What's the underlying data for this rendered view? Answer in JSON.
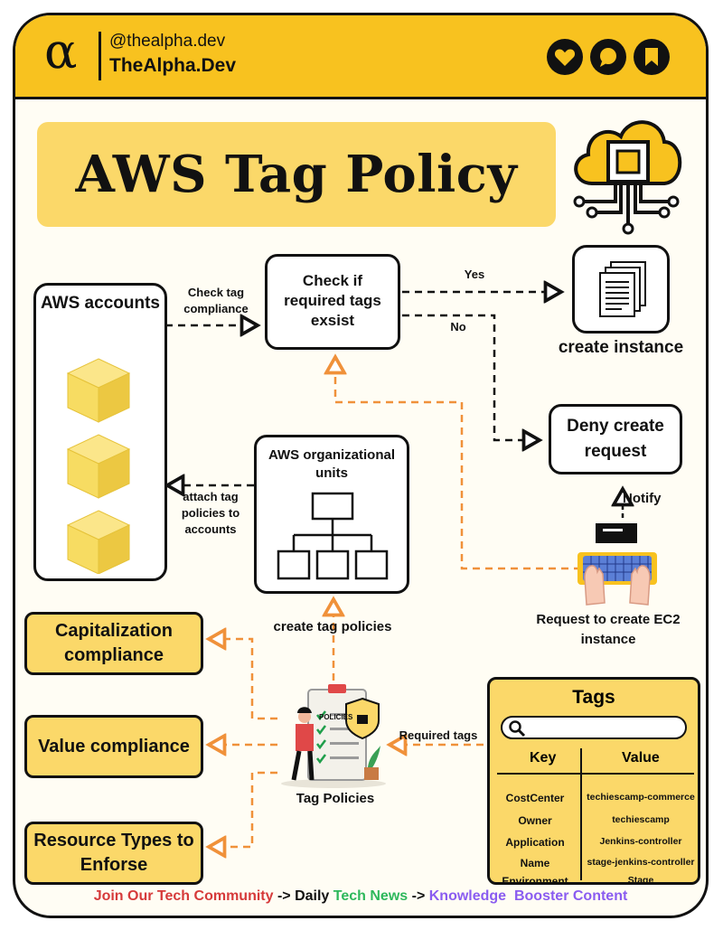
{
  "header": {
    "logo_glyph": "α",
    "handle": "@thealpha.dev",
    "brand": "TheAlpha.Dev",
    "icons": [
      "heart-icon",
      "chat-bubble-icon",
      "bookmark-icon"
    ]
  },
  "title": "AWS Tag Policy",
  "nodes": {
    "aws_accounts": "AWS accounts",
    "check_tags": "Check if required tags exsist",
    "create_instance": "create instance",
    "deny_request": "Deny create request",
    "org_units": "AWS organizational units",
    "request_ec2": "Request to create EC2 instance",
    "tag_policies": "Tag Policies",
    "capitalization": "Capitalization compliance",
    "value_compliance": "Value compliance",
    "resource_types": "Resource Types to Enforse"
  },
  "edges": {
    "check_tag_compliance": "Check tag compliance",
    "yes": "Yes",
    "no": "No",
    "attach_tag_policies": "attach tag policies to accounts",
    "notify": "Notify",
    "create_tag_policies": "create tag policies",
    "required_tags": "Required tags"
  },
  "illustration": {
    "clipboard_label": "POLICIES"
  },
  "tags_panel": {
    "title": "Tags",
    "key_header": "Key",
    "value_header": "Value",
    "rows": [
      {
        "key": "CostCenter",
        "value": "techiescamp-commerce"
      },
      {
        "key": "Owner",
        "value": "techiescamp"
      },
      {
        "key": "Application",
        "value": "Jenkins-controller"
      },
      {
        "key": "Name",
        "value": "stage-jenkins-controller"
      },
      {
        "key": "Environment",
        "value": "Stage"
      }
    ]
  },
  "footer": {
    "part1": "Join Our Tech Community",
    "arrow1": " -> Daily ",
    "part2": "Tech News",
    "arrow2": " -> ",
    "part3": "Knowledge  Booster Content"
  },
  "colors": {
    "accent_yellow": "#f8c21f",
    "light_yellow": "#fbd869",
    "arrow_orange": "#f0913a",
    "dark": "#111111",
    "footer_red": "#d63a3a",
    "footer_green": "#2eb85c",
    "footer_purple": "#8a5cf0"
  }
}
